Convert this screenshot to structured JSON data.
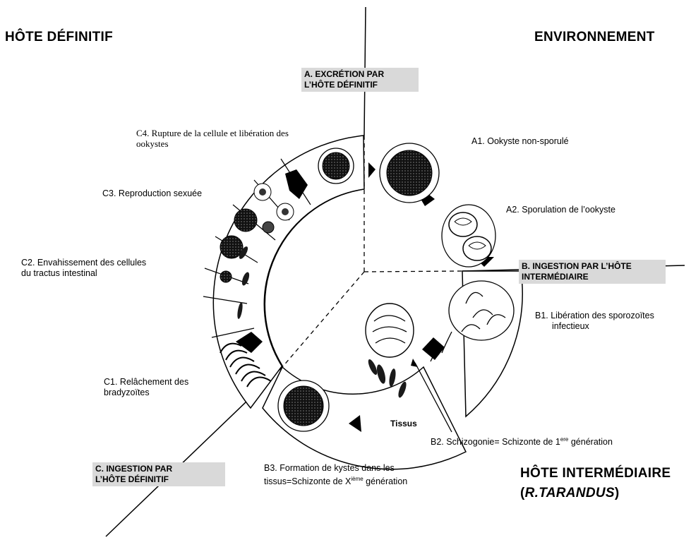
{
  "regions": {
    "definitive_host": "HÔTE DÉFINITIF",
    "environment": "ENVIRONNEMENT",
    "intermediate_host_line1": "HÔTE INTERMÉDIAIRE",
    "intermediate_host_paren_open": "(",
    "intermediate_host_species": "R.TARANDUS",
    "intermediate_host_paren_close": ")"
  },
  "stage_banners": {
    "A_line1": "A. EXCRÉTION PAR",
    "A_line2": "L’HÔTE DÉFINITIF",
    "B_line1": "B. INGESTION PAR L’HÔTE",
    "B_line2": "INTERMÉDIAIRE",
    "C_line1": "C. INGESTION PAR",
    "C_line2": "L’HÔTE DÉFINITIF"
  },
  "steps": {
    "A1": "A1. Ookyste non-sporulé",
    "A2": "A2. Sporulation de l’ookyste",
    "B1_line1": "B1. Libération des sporozoïtes",
    "B1_line2": "infectieux",
    "B2_prefix": "B2. Schizogonie= Schizonte de 1",
    "B2_sup": "ere",
    "B2_suffix": " génération",
    "B3_line1": "B3. Formation de kystes dans les",
    "B3_line2_prefix": "tissus=Schizonte de X",
    "B3_line2_sup": "ième",
    "B3_line2_suffix": " génération",
    "C1_line1": "C1. Relâchement des",
    "C1_line2": "bradyzoïtes",
    "C2_line1": "C2. Envahissement des cellules",
    "C2_line2": "du tractus intestinal",
    "C3": "C3. Reproduction sexuée",
    "C4_line1": "C4. Rupture de la cellule et libération des",
    "C4_line2": "ookystes"
  },
  "tissue_label": "Tissus",
  "colors": {
    "banner": "#d9d9d9",
    "ink": "#000000",
    "cell_fill": "#1a1a1a"
  }
}
